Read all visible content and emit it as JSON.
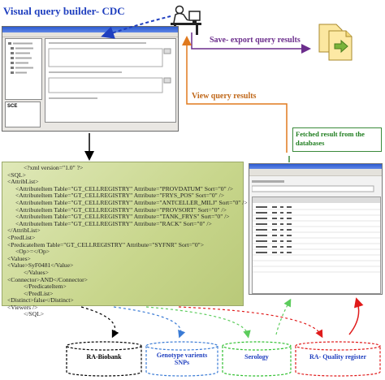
{
  "title": "Visual query builder- CDC",
  "labels": {
    "save": "Save- export query results",
    "view": "View query results",
    "fetched_line1": "Fetched result from the",
    "fetched_line2": "databases"
  },
  "left_window": {
    "sci": "SCE"
  },
  "xml_lines": [
    {
      "indent": 2,
      "text": "<?xml version=\"1.0\" ?>"
    },
    {
      "indent": 0,
      "text": "<SQL>"
    },
    {
      "indent": 0,
      "text": "<AttribList>"
    },
    {
      "indent": 1,
      "text": "<AttributeItem Table=\"GT_CELLREGISTRY\" Attribute=\"PROVDATUM\" Sort=\"0\" />"
    },
    {
      "indent": 1,
      "text": "<AttributeItem Table=\"GT_CELLREGISTRY\" Attribute=\"FRYS_POS\" Sort=\"0\" />"
    },
    {
      "indent": 1,
      "text": "<AttributeItem Table=\"GT_CELLREGISTRY\" Attribute=\"ANTCELLER_MILJ\" Sort=\"0\" />"
    },
    {
      "indent": 1,
      "text": "<AttributeItem Table=\"GT_CELLREGISTRY\" Attribute=\"PROVSORT\" Sort=\"0\" />"
    },
    {
      "indent": 1,
      "text": "<AttributeItem Table=\"GT_CELLREGISTRY\" Attribute=\"TANK_FRYS\" Sort=\"0\" />"
    },
    {
      "indent": 1,
      "text": "<AttributeItem Table=\"GT_CELLREGISTRY\" Attribute=\"RACK\" Sort=\"0\" />"
    },
    {
      "indent": 0,
      "text": "</AttribList>"
    },
    {
      "indent": 0,
      "text": "<PredList>"
    },
    {
      "indent": 0,
      "text": "<PredicateItem Table=\"GT_CELLREGISTRY\" Attribute=\"SYFNR\" Sort=\"0\">"
    },
    {
      "indent": 1,
      "text": "<Op>=</Op>"
    },
    {
      "indent": 0,
      "text": "<Values>"
    },
    {
      "indent": 0,
      "text": "<Value>SyF0481</Value>"
    },
    {
      "indent": 2,
      "text": "</Values>"
    },
    {
      "indent": 0,
      "text": "<Connector>AND</Connector>"
    },
    {
      "indent": 2,
      "text": "</PredicateItem>"
    },
    {
      "indent": 2,
      "text": "</PredList>"
    },
    {
      "indent": 0,
      "text": "<Distinct>false</Distinct>"
    },
    {
      "indent": 0,
      "text": "<Viewers />"
    },
    {
      "indent": 2,
      "text": "</SQL>"
    }
  ],
  "databases": [
    {
      "line1": "RA-Biobank",
      "line2": "",
      "color": "#000000"
    },
    {
      "line1": "Genotype varients",
      "line2": "SNPs",
      "color": "#3a7bd5"
    },
    {
      "line1": "Serology",
      "line2": "",
      "color": "#2fbf2f"
    },
    {
      "line1": "RA- Quality register",
      "line2": "",
      "color": "#e01b1b"
    }
  ],
  "colors": {
    "title": "#1f3fbf",
    "save_arrow": "#6b2d8c",
    "view_arrow": "#e07a1f",
    "fetch_arrow": "#3a8a3a",
    "xml_bg": "#c8d68c"
  }
}
